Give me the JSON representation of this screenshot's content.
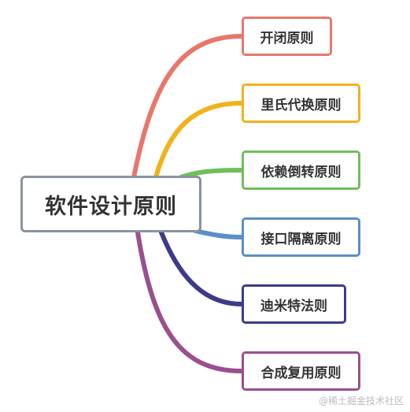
{
  "root": {
    "label": "软件设计原则",
    "border_color": "#8a949c"
  },
  "children": [
    {
      "label": "开闭原则",
      "color": "#e8776b"
    },
    {
      "label": "里氏代换原则",
      "color": "#f0b31c"
    },
    {
      "label": "依赖倒转原则",
      "color": "#6fbf5d"
    },
    {
      "label": "接口隔离原则",
      "color": "#5b8fc8"
    },
    {
      "label": "迪米特法则",
      "color": "#3e3a8a"
    },
    {
      "label": "合成复用原则",
      "color": "#9a4f8f"
    }
  ],
  "watermark": "@稀土掘金技术社区"
}
